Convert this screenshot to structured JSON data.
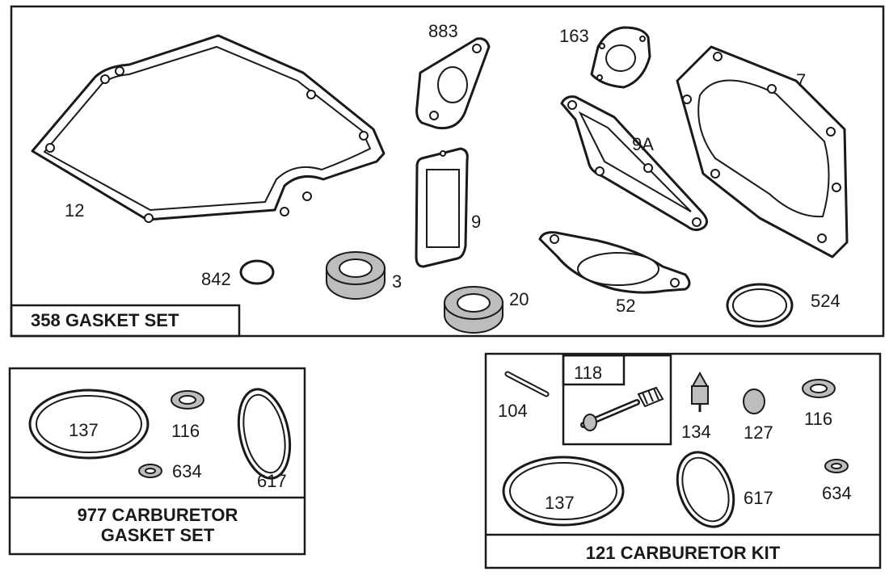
{
  "kits": {
    "gasket_set": {
      "title": "358 GASKET SET",
      "parts": {
        "p12": "12",
        "p883": "883",
        "p163": "163",
        "p7": "7",
        "p9a": "9A",
        "p9": "9",
        "p842": "842",
        "p3": "3",
        "p20": "20",
        "p52": "52",
        "p524": "524"
      }
    },
    "carb_gasket_set": {
      "title_line1": "977 CARBURETOR",
      "title_line2": "GASKET SET",
      "parts": {
        "p137": "137",
        "p116": "116",
        "p617": "617",
        "p634": "634"
      }
    },
    "carb_kit": {
      "title": "121 CARBURETOR KIT",
      "parts": {
        "p104": "104",
        "p118": "118",
        "p134": "134",
        "p127": "127",
        "p116": "116",
        "p137": "137",
        "p617": "617",
        "p634": "634"
      }
    }
  }
}
